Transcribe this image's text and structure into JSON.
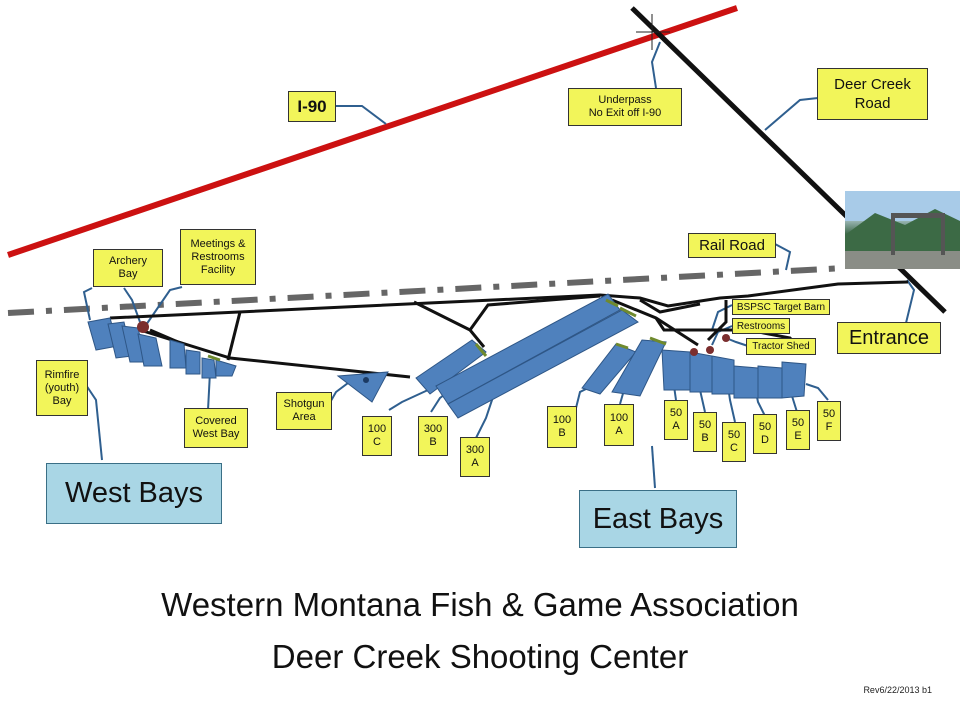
{
  "title": {
    "line1": "Western Montana Fish & Game Association",
    "line2": "Deer Creek Shooting Center"
  },
  "revision": "Rev6/22/2013 b1",
  "regions": {
    "west": "West Bays",
    "east": "East Bays"
  },
  "roads": {
    "interstate": "I-90",
    "underpass": "Underpass\nNo Exit off I-90",
    "deer_creek_road": "Deer Creek\nRoad",
    "rail_road": "Rail Road",
    "entrance": "Entrance"
  },
  "facilities": {
    "archery": "Archery\nBay",
    "meetings": "Meetings &\nRestrooms\nFacility",
    "rimfire": "Rimfire\n(youth)\nBay",
    "covered_west": "Covered\nWest Bay",
    "shotgun": "Shotgun\nArea",
    "target_barn": "BSPSC Target Barn",
    "restrooms": "Restrooms",
    "tractor_shed": "Tractor Shed"
  },
  "bays": {
    "b100c": "100\nC",
    "b300b": "300\nB",
    "b300a": "300\nA",
    "b100b": "100\nB",
    "b100a": "100\nA",
    "b50a": "50\nA",
    "b50b": "50\nB",
    "b50c": "50\nC",
    "b50d": "50\nD",
    "b50e": "50\nE",
    "b50f": "50\nF"
  },
  "colors": {
    "interstate": "#cc1111",
    "bays_fill": "#4f81bd",
    "label_fill": "#f2f55a",
    "region_fill": "#a9d6e5"
  }
}
